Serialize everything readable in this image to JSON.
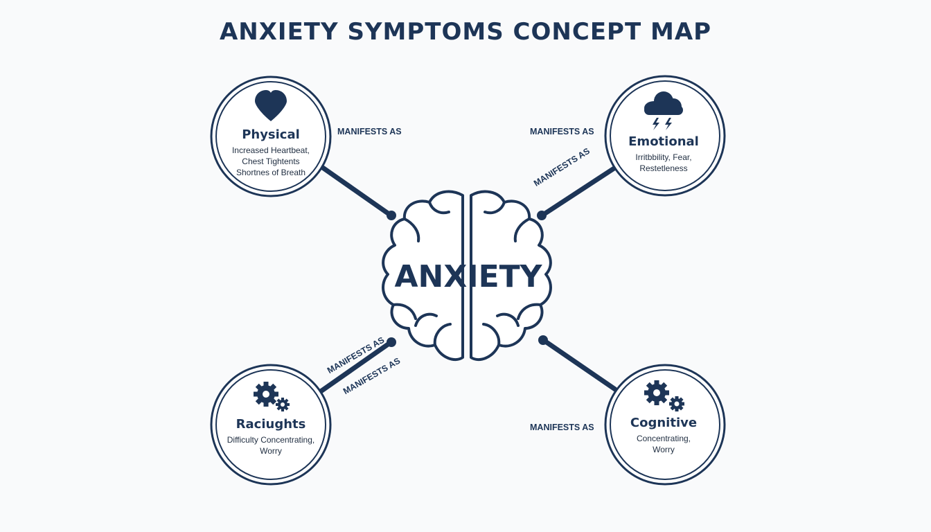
{
  "title": "ANXIETY SYMPTOMS CONCEPT MAP",
  "center": {
    "label": "ANXIETY",
    "icon": "brain-icon"
  },
  "nodes": [
    {
      "id": "physical",
      "title": "Physical",
      "lines": [
        "Increased Heartbeat,",
        "Chest Tightents",
        "Shortnes of Breath"
      ],
      "icon": "heart-icon"
    },
    {
      "id": "emotional",
      "title": "Emotional",
      "lines": [
        "Irritbbility, Fear,",
        "Restetleness"
      ],
      "icon": "storm-cloud-icon"
    },
    {
      "id": "raciughts",
      "title": "Raciughts",
      "lines": [
        "Difficulty Concentrating,",
        "Worry"
      ],
      "icon": "gears-icon"
    },
    {
      "id": "cognitive",
      "title": "Cognitive",
      "lines": [
        "Concentrating,",
        "Worry"
      ],
      "icon": "gears-icon"
    }
  ],
  "edge_label": "MANIFESTS AS",
  "colors": {
    "primary": "#1d3557",
    "background": "#f9fafb"
  }
}
